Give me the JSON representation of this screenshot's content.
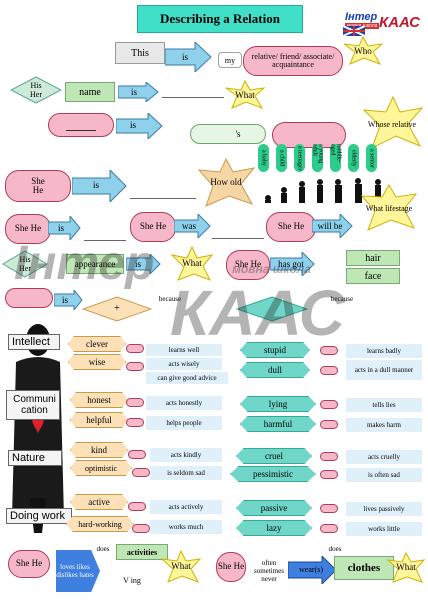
{
  "title": "Describing a Relation",
  "brand": {
    "top": "Інтер",
    "sub": "мовна школа",
    "main": "КААС"
  },
  "watermark": {
    "left": "Інтер",
    "right": "КААС",
    "sub": "мовна школа"
  },
  "row1": {
    "subject": "This",
    "verb": "is",
    "det": "my",
    "noun": "relative/ friend/ associate/ acquaintance",
    "q": "Who"
  },
  "row2": {
    "pron": "His\nHer",
    "noun": "name",
    "verb": "is",
    "q": "What"
  },
  "row3": {
    "verb": "is",
    "poss": "'s",
    "q": "Whose relative"
  },
  "row4": {
    "subj": "She\nHe",
    "verb": "is",
    "q": "How old",
    "q2": "What lifestage"
  },
  "ages": [
    "a baby",
    "a child",
    "a teenager",
    "a young adult",
    "middle-aged",
    "elderly",
    "a senior"
  ],
  "row5": {
    "subj": "She He",
    "v1": "is",
    "subj2": "She He",
    "v2": "was",
    "subj3": "She He",
    "v3": "will be"
  },
  "row6": {
    "pron": "His\nHer",
    "noun": "appearance",
    "verb": "is",
    "q": "What",
    "subj": "She He",
    "has": "has got",
    "hair": "hair",
    "face": "face"
  },
  "row7": {
    "verb": "is",
    "plus": "+",
    "because": "because"
  },
  "categories": [
    "Intellect",
    "Communi cation",
    "Nature",
    "Doing work"
  ],
  "intellect": {
    "pos": [
      "clever",
      "wise"
    ],
    "pos_meaning": [
      "learns well",
      "acts wisely",
      "can give good advice"
    ],
    "neg": [
      "stupid",
      "dull"
    ],
    "neg_meaning": [
      "learns badly",
      "acts in a dull manner"
    ]
  },
  "communication": {
    "pos": [
      "honest",
      "helpful"
    ],
    "pos_meaning": [
      "acts honestly",
      "helps people"
    ],
    "neg": [
      "lying",
      "harmful"
    ],
    "neg_meaning": [
      "tells lies",
      "makes harm"
    ]
  },
  "nature": {
    "pos": [
      "kind",
      "optimistic"
    ],
    "pos_meaning": [
      "acts kindly",
      "is seldom sad"
    ],
    "neg": [
      "cruel",
      "pessimistic"
    ],
    "neg_meaning": [
      "acts cruelly",
      "is often sad"
    ]
  },
  "work": {
    "pos": [
      "active",
      "hard-working"
    ],
    "pos_meaning": [
      "acts actively",
      "works much"
    ],
    "neg": [
      "passive",
      "lazy"
    ],
    "neg_meaning": [
      "lives passively",
      "works little"
    ]
  },
  "bottom_left": {
    "subj": "She He",
    "freq": "loves likes dislikes hates",
    "does": "does",
    "noun": "activities",
    "ving": "V ing",
    "q": "What"
  },
  "bottom_right": {
    "subj": "She He",
    "freq": "often sometimes never",
    "does": "does",
    "verb": "wear(s)",
    "noun": "clothes",
    "q": "What"
  }
}
